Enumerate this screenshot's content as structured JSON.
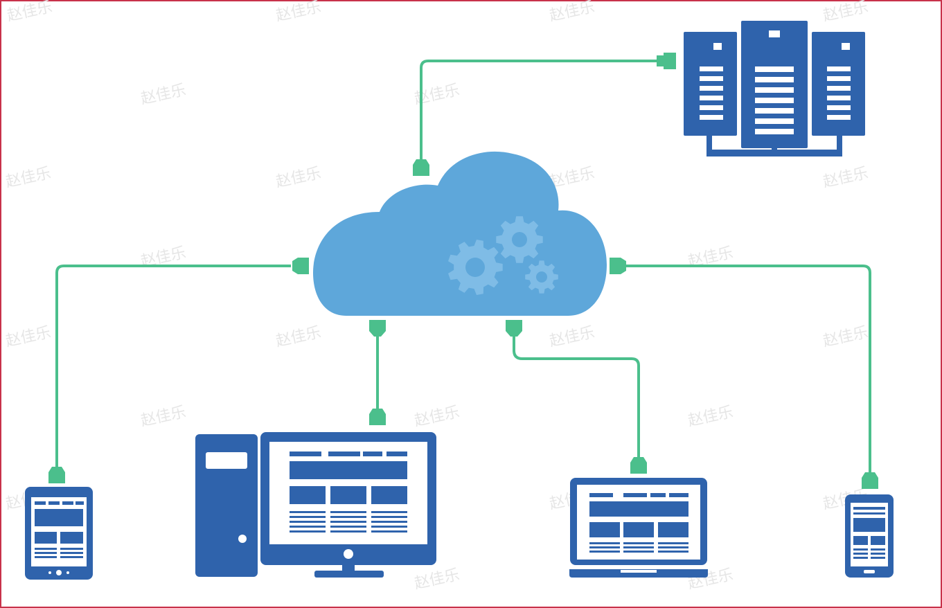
{
  "colors": {
    "frame": "#c8324a",
    "device_blue": "#2f63ac",
    "cloud_blue": "#5ea7da",
    "gear_blue": "#7fbce6",
    "connector_green": "#4bbf8c",
    "background": "#ffffff",
    "watermark": "#e6e6e6"
  },
  "watermark_text": "赵佳乐",
  "nodes": [
    {
      "id": "cloud",
      "icon": "cloud-with-gears-icon"
    },
    {
      "id": "server",
      "icon": "server-rack-icon"
    },
    {
      "id": "tablet",
      "icon": "tablet-icon"
    },
    {
      "id": "desktop",
      "icon": "desktop-computer-icon"
    },
    {
      "id": "laptop",
      "icon": "laptop-icon"
    },
    {
      "id": "phone",
      "icon": "smartphone-icon"
    }
  ],
  "edges": [
    {
      "from": "cloud",
      "to": "server"
    },
    {
      "from": "cloud",
      "to": "tablet"
    },
    {
      "from": "cloud",
      "to": "desktop"
    },
    {
      "from": "cloud",
      "to": "laptop"
    },
    {
      "from": "cloud",
      "to": "phone"
    }
  ]
}
